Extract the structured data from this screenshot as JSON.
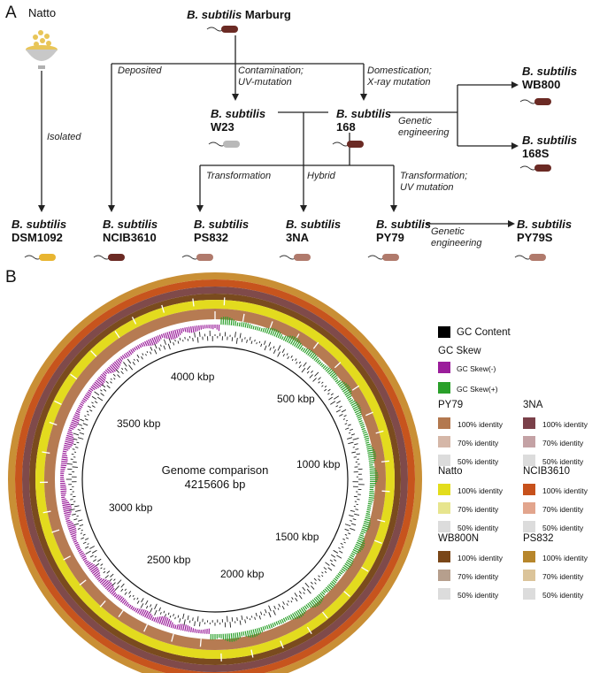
{
  "panel_a": {
    "letter": "A",
    "natto_label": "Natto",
    "root": {
      "genus": "B. subtilis",
      "strain": "Marburg"
    },
    "strains": {
      "w23": {
        "genus": "B. subtilis",
        "strain": "W23"
      },
      "s168": {
        "genus": "B. subtilis",
        "strain": "168"
      },
      "wb800": {
        "genus": "B. subtilis",
        "strain": "WB800"
      },
      "s168s": {
        "genus": "B. subtilis",
        "strain": "168S"
      },
      "dsm1092": {
        "genus": "B. subtilis",
        "strain": "DSM1092"
      },
      "ncib3610": {
        "genus": "B. subtilis",
        "strain": "NCIB3610"
      },
      "ps832": {
        "genus": "B. subtilis",
        "strain": "PS832"
      },
      "na3": {
        "genus": "B. subtilis",
        "strain": "3NA"
      },
      "py79": {
        "genus": "B. subtilis",
        "strain": "PY79"
      },
      "py79s": {
        "genus": "B. subtilis",
        "strain": "PY79S"
      }
    },
    "edges": {
      "isolated": "Isolated",
      "deposited": "Deposited",
      "contamination_1": "Contamination;",
      "contamination_2": "UV-mutation",
      "domestication_1": "Domestication;",
      "domestication_2": "X-ray mutation",
      "genetic_1a": "Genetic",
      "genetic_1b": "engineering",
      "transformation": "Transformation",
      "hybrid": "Hybrid",
      "transformation_uv_1": "Transformation;",
      "transformation_uv_2": "UV mutation",
      "genetic_2a": "Genetic",
      "genetic_2b": "engineering"
    },
    "cell_colors": {
      "marburg": "#6b2a24",
      "w23": "#b9b9b9",
      "s168": "#6b2a24",
      "wb800": "#6b2a24",
      "s168s": "#6b2a24",
      "dsm1092": "#e8b531",
      "ncib3610": "#6b2a24",
      "ps832": "#b07a6c",
      "na3": "#b07a6c",
      "py79": "#b07a6c",
      "py79s": "#b07a6c"
    }
  },
  "panel_b": {
    "letter": "B",
    "title_line1": "Genome comparison",
    "title_line2": "4215606 bp",
    "kbp_labels": [
      "4000 kbp",
      "500 kbp",
      "3500 kbp",
      "1000 kbp",
      "3000 kbp",
      "1500 kbp",
      "2500 kbp",
      "2000 kbp"
    ],
    "ring_colors": [
      "#c98f35",
      "#c7541d",
      "#7f4a4a",
      "#7a4b1e",
      "#e3db1e",
      "#b67b52"
    ],
    "gc_content_color": "#000000",
    "gc_skew_neg_color": "#9b1e9b",
    "gc_skew_pos_color": "#2aa02a"
  },
  "legend": {
    "gc_content": "GC Content",
    "gc_skew": "GC Skew",
    "gc_skew_neg": "GC Skew(-)",
    "gc_skew_pos": "GC Skew(+)",
    "groups": [
      {
        "name": "PY79",
        "colors": [
          "#b3784f",
          "#d5b7a8",
          "#dcdcdc"
        ]
      },
      {
        "name": "3NA",
        "colors": [
          "#7a4049",
          "#c4a2a5",
          "#dcdcdc"
        ]
      },
      {
        "name": "Natto",
        "colors": [
          "#e3dd1c",
          "#e7e58e",
          "#dcdcdc"
        ]
      },
      {
        "name": "NCIB3610",
        "colors": [
          "#c7511c",
          "#e2a58d",
          "#dcdcdc"
        ]
      },
      {
        "name": "WB800N",
        "colors": [
          "#7a4718",
          "#b69f8d",
          "#dcdcdc"
        ]
      },
      {
        "name": "PS832",
        "colors": [
          "#b7862b",
          "#dbc49a",
          "#dcdcdc"
        ]
      }
    ],
    "identity_labels": [
      "100% identity",
      "70% identity",
      "50% identity"
    ]
  }
}
